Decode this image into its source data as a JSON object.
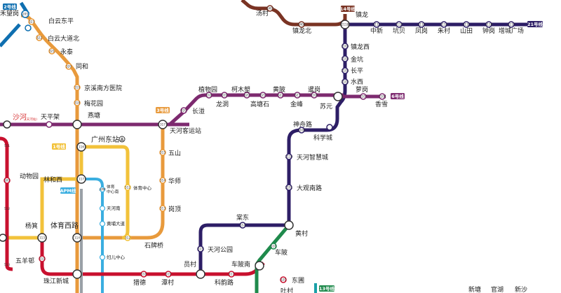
{
  "lines": {
    "l1": {
      "color": "#f2c23a"
    },
    "l2": {
      "color": "#0f6fb0"
    },
    "l3": {
      "color": "#e89a3c"
    },
    "l5": {
      "color": "#c8102e"
    },
    "l6": {
      "color": "#7d2a6f"
    },
    "l14": {
      "color": "#7a3323"
    },
    "l21": {
      "color": "#2d1e66"
    },
    "apm": {
      "color": "#3aaee0"
    },
    "l13": {
      "color": "#1f8a4c"
    },
    "gray": {
      "color": "#9aa0a6"
    },
    "teal": {
      "color": "#1aa0a8"
    }
  },
  "badges": [
    {
      "id": "badge-line-2",
      "text": "2号线",
      "color": "#0f6fb0"
    },
    {
      "id": "badge-line-14",
      "text": "14号线",
      "color": "#7a3323"
    },
    {
      "id": "badge-line-21",
      "text": "21号线",
      "color": "#2d1e66"
    },
    {
      "id": "badge-line-6",
      "text": "6号线",
      "color": "#7d2a6f"
    },
    {
      "id": "badge-line-3",
      "text": "3号线",
      "color": "#e89a3c"
    },
    {
      "id": "badge-line-1",
      "text": "1号线",
      "color": "#f2c23a"
    },
    {
      "id": "badge-line-apm",
      "text": "APM线",
      "color": "#3aaee0"
    },
    {
      "id": "badge-line-13",
      "text": "13号线",
      "color": "#1f8a4c"
    }
  ],
  "stations": [
    {
      "id": "st-heliwang",
      "name": "禾望岗"
    },
    {
      "id": "st-baiyundongping",
      "name": "白云东平"
    },
    {
      "id": "st-baiyundadaobei",
      "name": "白云大道北"
    },
    {
      "id": "st-yongtai",
      "name": "永泰"
    },
    {
      "id": "st-tonghe",
      "name": "同和"
    },
    {
      "id": "st-jingxi",
      "name": "京溪南方医院"
    },
    {
      "id": "st-meihuayuan",
      "name": "梅花园"
    },
    {
      "id": "st-yantang",
      "name": "燕塘"
    },
    {
      "id": "st-shahe",
      "name": "沙河"
    },
    {
      "id": "st-tianpingjia",
      "name": "天平架"
    },
    {
      "id": "st-guangzhoudong",
      "name": "广州东站"
    },
    {
      "id": "st-linhexi",
      "name": "林和西"
    },
    {
      "id": "st-tiyuxilu",
      "name": "体育西路"
    },
    {
      "id": "st-yangji",
      "name": "杨箕"
    },
    {
      "id": "st-dongwuyuan",
      "name": "动物园"
    },
    {
      "id": "st-wuyangyi",
      "name": "五羊邨"
    },
    {
      "id": "st-zhujiangxincheng",
      "name": "珠江新城"
    },
    {
      "id": "st-shipaiqiao",
      "name": "石牌桥"
    },
    {
      "id": "st-gangding",
      "name": "岗顶"
    },
    {
      "id": "st-huashi",
      "name": "华师"
    },
    {
      "id": "st-wushan",
      "name": "五山"
    },
    {
      "id": "st-tianhekeyun",
      "name": "天河客运站"
    },
    {
      "id": "st-changban",
      "name": "长湴"
    },
    {
      "id": "st-zhiwuyuan",
      "name": "植物园"
    },
    {
      "id": "st-longdong",
      "name": "龙洞"
    },
    {
      "id": "st-kemubei",
      "name": "柯木塱"
    },
    {
      "id": "st-gaotangshi",
      "name": "高塘石"
    },
    {
      "id": "st-huangpi",
      "name": "黄陂"
    },
    {
      "id": "st-jinfeng",
      "name": "金峰"
    },
    {
      "id": "st-xiagang",
      "name": "暹岗"
    },
    {
      "id": "st-suyuan",
      "name": "苏元"
    },
    {
      "id": "st-luogang",
      "name": "萝岗"
    },
    {
      "id": "st-xiangxue",
      "name": "香雪"
    },
    {
      "id": "st-shuixi",
      "name": "水西"
    },
    {
      "id": "st-changping",
      "name": "长平"
    },
    {
      "id": "st-jinkeng",
      "name": "金坑"
    },
    {
      "id": "st-zhenlongxi",
      "name": "镇龙西"
    },
    {
      "id": "st-zhenlong",
      "name": "镇龙"
    },
    {
      "id": "st-zhenlongbei",
      "name": "镇龙北"
    },
    {
      "id": "st-tangcun",
      "name": "汤村"
    },
    {
      "id": "st-zhongxin",
      "name": "中新"
    },
    {
      "id": "st-kengbei",
      "name": "坑贝"
    },
    {
      "id": "st-fengang",
      "name": "凤岗"
    },
    {
      "id": "st-zhucun",
      "name": "朱村"
    },
    {
      "id": "st-shantian",
      "name": "山田"
    },
    {
      "id": "st-zhonggang",
      "name": "钟岗"
    },
    {
      "id": "st-zengcheng",
      "name": "增城广场"
    },
    {
      "id": "st-shenzhoulu",
      "name": "神舟路"
    },
    {
      "id": "st-kexuecheng",
      "name": "科学城"
    },
    {
      "id": "st-tianhezhihui",
      "name": "天河智慧城"
    },
    {
      "id": "st-daguannan",
      "name": "大观南路"
    },
    {
      "id": "st-huangcun",
      "name": "黄村"
    },
    {
      "id": "st-tangdong",
      "name": "棠东"
    },
    {
      "id": "st-tianhegongyuan",
      "name": "天河公园"
    },
    {
      "id": "st-yuancun",
      "name": "员村"
    },
    {
      "id": "st-chebei",
      "name": "车陂"
    },
    {
      "id": "st-chebeinan",
      "name": "车陂南"
    },
    {
      "id": "st-dongpu",
      "name": "东圃"
    },
    {
      "id": "st-keyunlu",
      "name": "科韵路"
    },
    {
      "id": "st-liede",
      "name": "猎德"
    },
    {
      "id": "st-tancun",
      "name": "潭村"
    },
    {
      "id": "st-tiyuzhongxin",
      "name": "体育中心"
    },
    {
      "id": "st-tiyuzhongxinnan",
      "name": "体育中心南"
    },
    {
      "id": "st-tianhenan",
      "name": "天河南"
    },
    {
      "id": "st-huangpudadao",
      "name": "黄埔大道"
    },
    {
      "id": "st-funv",
      "name": "妇儿中心"
    },
    {
      "id": "st-xintang",
      "name": "新塘"
    },
    {
      "id": "st-guanhu",
      "name": "官湖"
    },
    {
      "id": "st-xinsha",
      "name": "新沙"
    },
    {
      "id": "st-tongchun",
      "name": "吐村"
    },
    {
      "id": "st-shahe-sub",
      "name": "(天河站)"
    }
  ],
  "codes": [
    {
      "id": "c1",
      "t": "205"
    },
    {
      "id": "c2",
      "t": "323"
    },
    {
      "id": "c3",
      "t": "322"
    },
    {
      "id": "c4",
      "t": "321"
    },
    {
      "id": "c5",
      "t": "320"
    },
    {
      "id": "c6",
      "t": "319"
    },
    {
      "id": "c7",
      "t": "318"
    },
    {
      "id": "c8",
      "t": "117"
    },
    {
      "id": "c9",
      "t": "116"
    },
    {
      "id": "c10",
      "t": "114"
    },
    {
      "id": "c11",
      "t": "315"
    },
    {
      "id": "c12",
      "t": "314"
    },
    {
      "id": "c13",
      "t": "313"
    },
    {
      "id": "c14",
      "t": "312"
    },
    {
      "id": "c15",
      "t": "317"
    },
    {
      "id": "c16",
      "t": "420"
    },
    {
      "id": "c17",
      "t": "618"
    },
    {
      "id": "c18",
      "t": "619"
    },
    {
      "id": "c19",
      "t": "620"
    },
    {
      "id": "c20",
      "t": "621"
    },
    {
      "id": "c21",
      "t": "622"
    },
    {
      "id": "c22",
      "t": "623"
    },
    {
      "id": "c23",
      "t": "2105"
    },
    {
      "id": "c24",
      "t": "2104"
    },
    {
      "id": "c25",
      "t": "2103"
    },
    {
      "id": "c26",
      "t": "2102"
    },
    {
      "id": "c27",
      "t": "1406"
    },
    {
      "id": "c28",
      "t": "1407"
    },
    {
      "id": "c29",
      "t": "2111"
    },
    {
      "id": "c30",
      "t": "2112"
    },
    {
      "id": "c31",
      "t": "2113"
    },
    {
      "id": "c32",
      "t": "2114"
    },
    {
      "id": "c33",
      "t": "2115"
    },
    {
      "id": "c34",
      "t": "2116"
    },
    {
      "id": "c35",
      "t": "2117"
    },
    {
      "id": "c36",
      "t": "2118"
    },
    {
      "id": "c37",
      "t": "2106"
    },
    {
      "id": "c38",
      "t": "2107"
    },
    {
      "id": "c39",
      "t": "2108"
    },
    {
      "id": "c40",
      "t": "2109"
    },
    {
      "id": "c41",
      "t": "2110"
    },
    {
      "id": "c42",
      "t": "2101"
    },
    {
      "id": "c43",
      "t": "514"
    },
    {
      "id": "c44",
      "t": "515"
    },
    {
      "id": "c45",
      "t": "516"
    },
    {
      "id": "c46",
      "t": "517"
    },
    {
      "id": "c47",
      "t": "518"
    },
    {
      "id": "c48",
      "t": "519"
    },
    {
      "id": "c49",
      "t": "520"
    },
    {
      "id": "c50",
      "t": "509"
    },
    {
      "id": "c51",
      "t": "510"
    },
    {
      "id": "c52",
      "t": "511"
    },
    {
      "id": "c53",
      "t": "512"
    },
    {
      "id": "c54",
      "t": "513"
    },
    {
      "id": "c55",
      "t": "APM"
    },
    {
      "id": "c56",
      "t": "113"
    },
    {
      "id": "c57",
      "t": "512"
    }
  ]
}
